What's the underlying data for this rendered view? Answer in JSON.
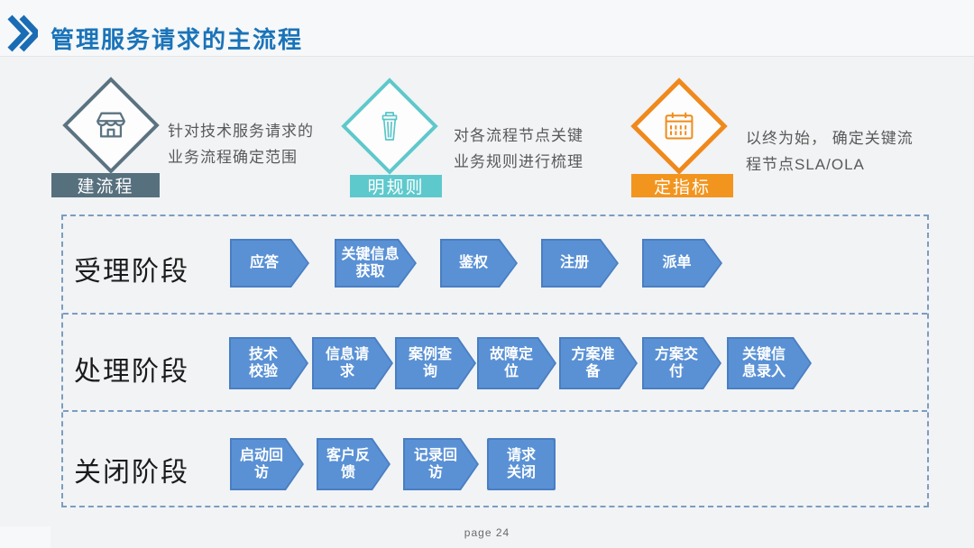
{
  "page": {
    "title": "管理服务请求的主流程",
    "page_number": "page 24"
  },
  "colors": {
    "title_blue": "#1a73b9",
    "slate": "#5b7380",
    "teal": "#5ec8cb",
    "orange": "#f0891c",
    "arrow_blue": "#5a91d5",
    "arrow_border": "#4a7ec2",
    "dashed_border": "#7d9cc0",
    "desc_gray": "#595959"
  },
  "features": [
    {
      "name": "建流程",
      "icon": "storefront-icon",
      "desc": "针对技术服务请求的\n业务流程确定范围"
    },
    {
      "name": "明规则",
      "icon": "cup-icon",
      "desc": "对各流程节点关键\n业务规则进行梳理"
    },
    {
      "name": "定指标",
      "icon": "calendar-icon",
      "desc": "以终为始， 确定关键流\n程节点SLA/OLA"
    }
  ],
  "process": {
    "rows": [
      {
        "phase": "受理阶段",
        "steps": [
          "应答",
          "关键信息\n获取",
          "鉴权",
          "注册",
          "派单"
        ]
      },
      {
        "phase": "处理阶段",
        "steps": [
          "技术\n校验",
          "信息请\n求",
          "案例查\n询",
          "故障定\n位",
          "方案准\n备",
          "方案交\n付",
          "关键信\n息录入"
        ]
      },
      {
        "phase": "关闭阶段",
        "steps": [
          "启动回\n访",
          "客户反\n馈",
          "记录回\n访",
          "请求\n关闭"
        ]
      }
    ]
  }
}
